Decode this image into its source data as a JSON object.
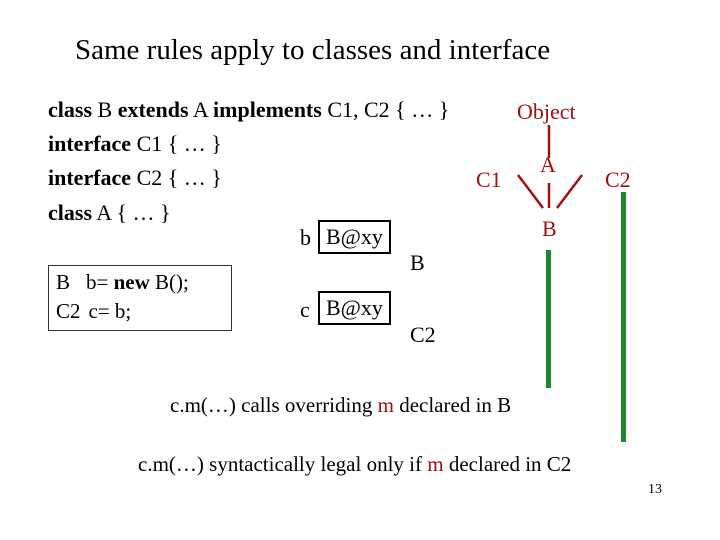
{
  "title": "Same rules apply to classes and interface",
  "code_lines": {
    "l1_kw1": "class",
    "l1_a": " B ",
    "l1_kw2": "extends",
    "l1_b": " A ",
    "l1_kw3": "implements",
    "l1_c": " C1, C2 { … }",
    "l2_kw": "interface",
    "l2_a": " C1 { … }",
    "l3_kw": "interface",
    "l3_a": " C2 { … }",
    "l4_kw": "class",
    "l4_a": " A { … }"
  },
  "decl_box": {
    "line1_type": "B",
    "line1_rest_a": "b= ",
    "line1_kw": "new",
    "line1_rest_b": " B();",
    "line2_type": "C2",
    "line2_rest": "c= b;"
  },
  "variables": [
    {
      "name": "b",
      "value": "B@xy",
      "type": "B"
    },
    {
      "name": "c",
      "value": "B@xy",
      "type": "C2"
    }
  ],
  "hierarchy": {
    "object": "Object",
    "a": "A",
    "c1": "C1",
    "c2": "C2",
    "b": "B"
  },
  "notes": {
    "note1_a": "c.m(…) calls overriding ",
    "note1_m": "m",
    "note1_b": " declared in B",
    "note2_a": "c.m(…) syntactically legal only if ",
    "note2_m": "m",
    "note2_b": " declared in C2"
  },
  "page_number": "13",
  "colors": {
    "accent_red": "#a01010",
    "line_green": "#1a8a2a"
  }
}
